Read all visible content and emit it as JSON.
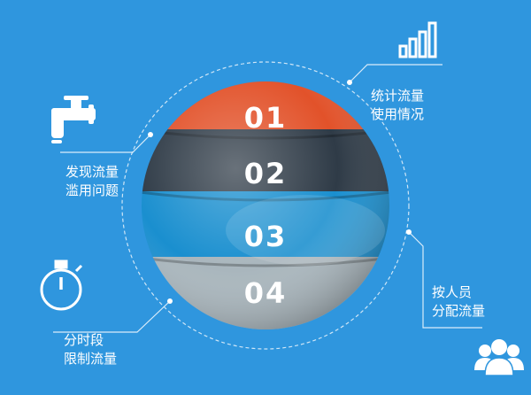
{
  "bands": [
    {
      "label": "01",
      "color": "#e2522a"
    },
    {
      "label": "02",
      "color": "#2f3b47"
    },
    {
      "label": "03",
      "color": "#1a8fcf"
    },
    {
      "label": "04",
      "color": "#a9b6bd"
    }
  ],
  "features": {
    "top_left": {
      "line1": "发现流量",
      "line2": "滥用问题",
      "icon": "faucet-icon"
    },
    "top_right": {
      "line1": "统计流量",
      "line2": "使用情况",
      "icon": "bar-chart-icon"
    },
    "bottom_left": {
      "line1": "分时段",
      "line2": "限制流量",
      "icon": "stopwatch-icon"
    },
    "bottom_right": {
      "line1": "按人员",
      "line2": "分配流量",
      "icon": "people-group-icon"
    }
  },
  "colors": {
    "background": "#2f96de",
    "foreground": "#ffffff"
  }
}
